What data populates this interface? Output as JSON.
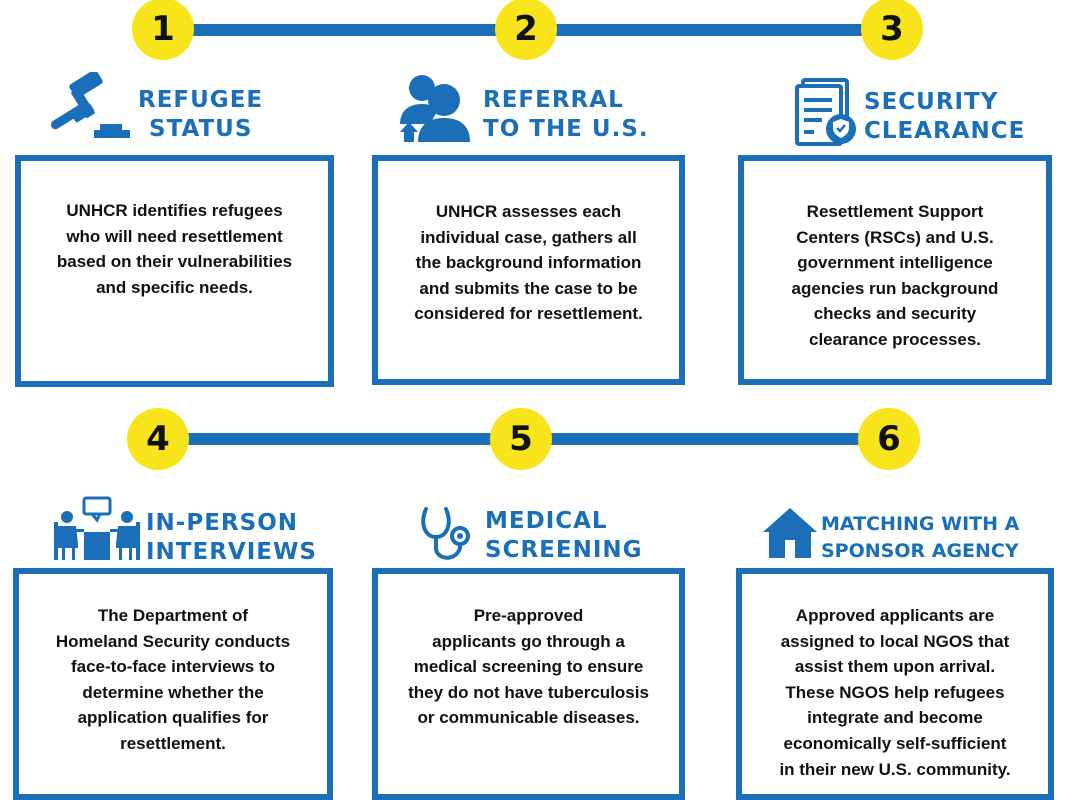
{
  "steps": [
    {
      "number": "1",
      "title_lines": [
        "REFUGEE",
        "STATUS"
      ],
      "icon": "gavel-icon",
      "description_lines": [
        "UNHCR identifies refugees",
        "who will need resettlement",
        "based on their vulnerabilities",
        "and specific needs."
      ]
    },
    {
      "number": "2",
      "title_lines": [
        "REFERRAL",
        "TO THE U.S."
      ],
      "icon": "referral-people-icon",
      "description_lines": [
        "UNHCR assesses each",
        "individual case, gathers all",
        "the background information",
        "and submits the case to be",
        "considered for resettlement."
      ]
    },
    {
      "number": "3",
      "title_lines": [
        "SECURITY",
        "CLEARANCE"
      ],
      "icon": "security-document-icon",
      "description_lines": [
        "Resettlement Support",
        "Centers (RSCs) and U.S.",
        "government intelligence",
        "agencies run background",
        "checks and security",
        "clearance processes."
      ]
    },
    {
      "number": "4",
      "title_lines": [
        "IN-PERSON",
        "INTERVIEWS"
      ],
      "icon": "interview-icon",
      "description_lines": [
        "The Department of",
        "Homeland Security conducts",
        "face-to-face interviews to",
        "determine whether the",
        "application qualifies for",
        "resettlement."
      ]
    },
    {
      "number": "5",
      "title_lines": [
        "MEDICAL",
        "SCREENING"
      ],
      "icon": "stethoscope-icon",
      "description_lines": [
        "Pre-approved",
        "applicants go through a",
        "medical screening to ensure",
        "they do not have tuberculosis",
        "or communicable diseases."
      ]
    },
    {
      "number": "6",
      "title_lines": [
        "MATCHING WITH A",
        "SPONSOR AGENCY"
      ],
      "icon": "house-icon",
      "description_lines": [
        "Approved applicants are",
        "assigned to local NGOS that",
        "assist them upon arrival.",
        "These NGOS help refugees",
        "integrate and become",
        "economically self-sufficient",
        "in their new U.S. community."
      ]
    }
  ],
  "colors": {
    "blue": "#1a6fb8",
    "yellow": "#f7e41a",
    "text": "#111111",
    "background": "#ffffff"
  }
}
